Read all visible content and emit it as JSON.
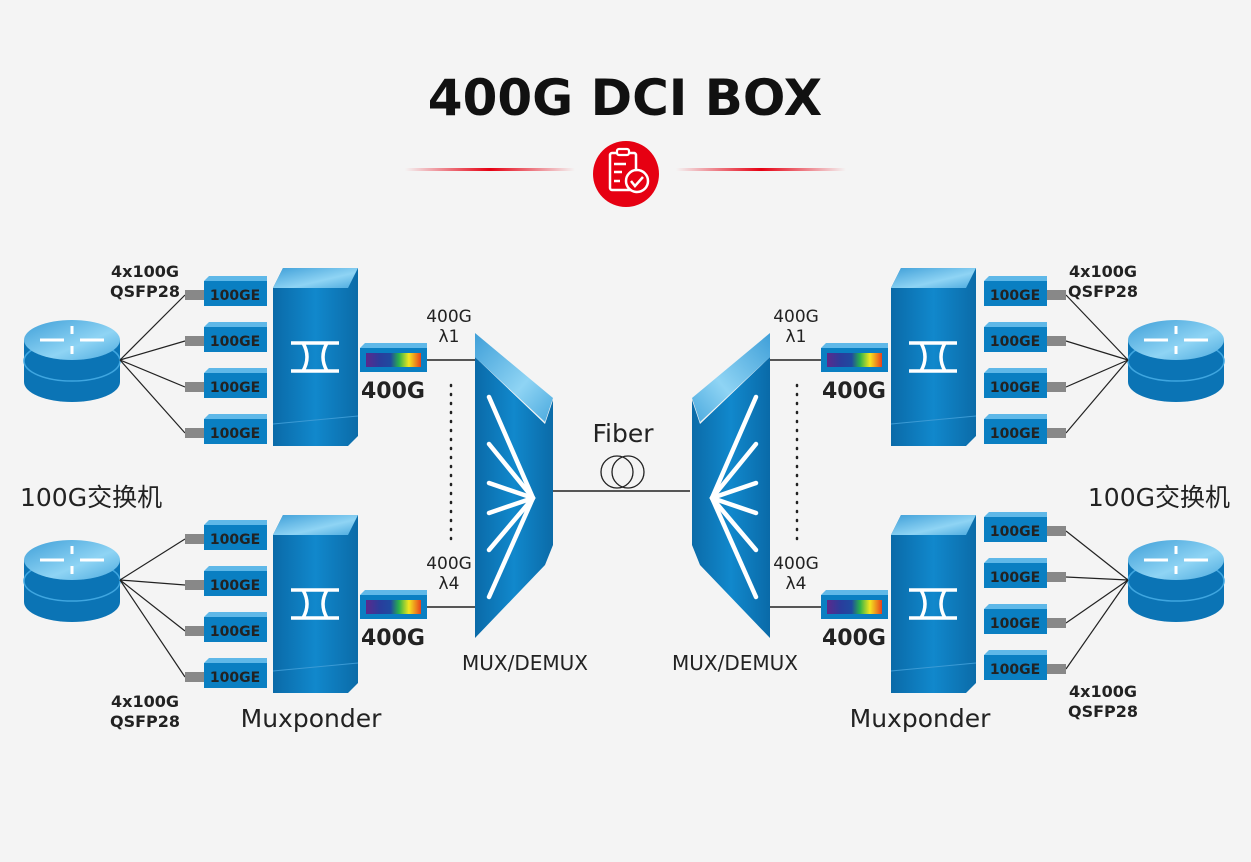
{
  "title": "400G DCI BOX",
  "title_icon": "clipboard-check-icon",
  "colors": {
    "accent": "#e60012",
    "device": "#0a7fc2",
    "device_light": "#5fc3ee",
    "background": "#f4f4f4"
  },
  "switch_label": "100G交换机",
  "module_label": "100GE",
  "port_label_line1": "4x100G",
  "port_label_line2": "QSFP28",
  "muxponder_label": "Muxponder",
  "transceiver_label": "400G",
  "channels": [
    {
      "rate": "400G",
      "lambda": "λ1"
    },
    {
      "rate": "400G",
      "lambda": "λ4"
    }
  ],
  "mux_label": "MUX/DEMUX",
  "fiber_label": "Fiber"
}
